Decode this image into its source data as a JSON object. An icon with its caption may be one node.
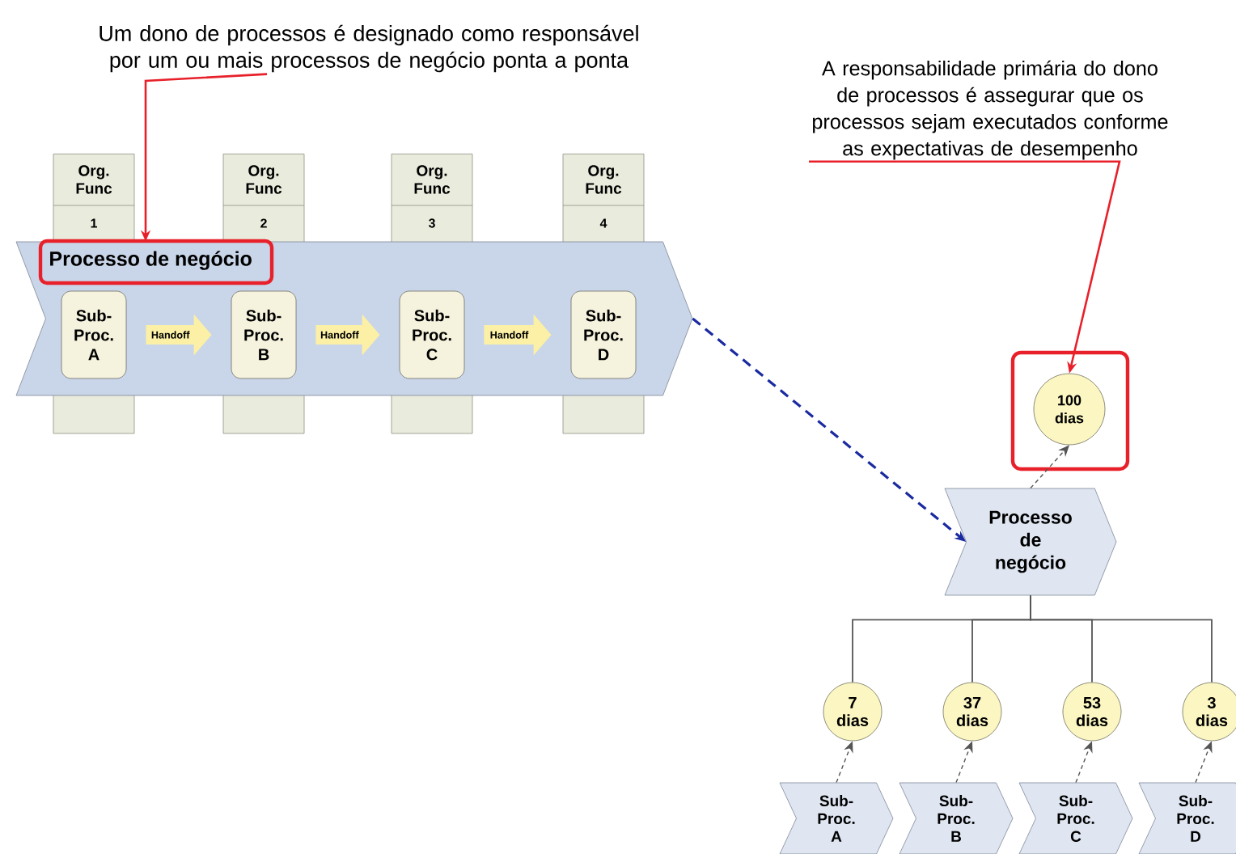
{
  "diagram": {
    "nodes": [
      {
        "text": [
          "Um dono de processos é designado como responsável por um ou mais processos de negócio ponta a ponta"
        ]
      },
      {
        "text": [
          "A responsabilidade primária do dono de processos é assegurar que os processos sejam executados conforme as expectativas de desempenho"
        ]
      },
      {
        "text": [
          "Org. Func",
          "1"
        ]
      },
      {
        "text": [
          "Org. Func",
          "2"
        ]
      },
      {
        "text": [
          "Org. Func",
          "3"
        ]
      },
      {
        "text": [
          "Org. Func",
          "4"
        ]
      },
      {
        "text": [
          "Processo de negócio"
        ]
      },
      {
        "text": [
          "Sub- Proc. A"
        ],
        "in": 6
      },
      {
        "text": [
          "Sub- Proc. B"
        ],
        "in": 6
      },
      {
        "text": [
          "Sub- Proc. C"
        ],
        "in": 6
      },
      {
        "text": [
          "Sub- Proc. D"
        ],
        "in": 6
      },
      {
        "text": [
          "100 dias"
        ]
      },
      {
        "text": [
          "Processo de negócio"
        ]
      },
      {
        "text": [
          "7 dias"
        ]
      },
      {
        "text": [
          "37 dias"
        ]
      },
      {
        "text": [
          "53 dias"
        ]
      },
      {
        "text": [
          "3 dias"
        ]
      },
      {
        "text": [
          "Sub- Proc. A"
        ]
      },
      {
        "text": [
          "Sub- Proc. B"
        ]
      },
      {
        "text": [
          "Sub- Proc. C"
        ]
      },
      {
        "text": [
          "Sub- Proc. D"
        ]
      }
    ],
    "edges": [
      {
        "from": 0,
        "to": 6,
        "arrow": "to",
        "color": "#e8202a"
      },
      {
        "from": 1,
        "to": 11,
        "arrow": "to",
        "color": "#e8202a"
      },
      {
        "from": 6,
        "to": 12,
        "arrow": "to",
        "style": "dashed",
        "color": "#1a2aa0"
      },
      {
        "from": 7,
        "to": 8,
        "arrow": "to",
        "label": "Handoff",
        "style": "thick",
        "color": "#fbf0a6"
      },
      {
        "from": 8,
        "to": 9,
        "arrow": "to",
        "label": "Handoff",
        "style": "thick",
        "color": "#fbf0a6"
      },
      {
        "from": 9,
        "to": 10,
        "arrow": "to",
        "label": "Handoff",
        "style": "thick",
        "color": "#fbf0a6"
      },
      {
        "from": 12,
        "to": 11,
        "arrow": "to",
        "style": "dashed"
      },
      {
        "from": 12,
        "to": 13,
        "arrow": "none"
      },
      {
        "from": 12,
        "to": 14,
        "arrow": "none"
      },
      {
        "from": 12,
        "to": 15,
        "arrow": "none"
      },
      {
        "from": 12,
        "to": 16,
        "arrow": "none"
      },
      {
        "from": 17,
        "to": 13,
        "arrow": "to",
        "style": "dashed"
      },
      {
        "from": 18,
        "to": 14,
        "arrow": "to",
        "style": "dashed"
      },
      {
        "from": 19,
        "to": 15,
        "arrow": "to",
        "style": "dashed"
      },
      {
        "from": 20,
        "to": 16,
        "arrow": "to",
        "style": "dashed"
      }
    ]
  }
}
